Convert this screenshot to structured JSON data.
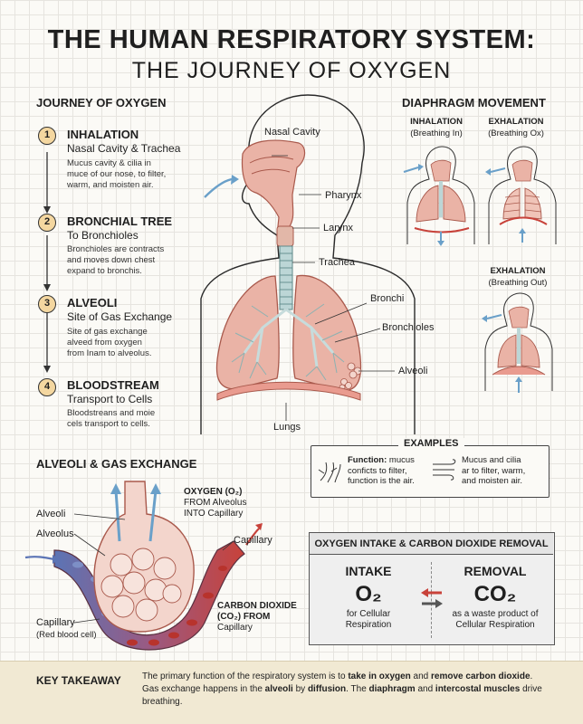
{
  "title": {
    "line1": "THE HUMAN RESPIRATORY SYSTEM:",
    "line2": "THE JOURNEY OF OXYGEN"
  },
  "journey": {
    "heading": "JOURNEY OF OXYGEN",
    "steps": [
      {
        "num": "1",
        "title": "INHALATION",
        "subtitle": "Nasal Cavity & Trachea",
        "desc_lines": [
          "Mucus cavity & cilia in",
          "muce of our nose, to filter,",
          "warm, and moisten air."
        ]
      },
      {
        "num": "2",
        "title": "BRONCHIAL TREE",
        "subtitle": "To Bronchioles",
        "desc_lines": [
          "Bronchioles are contracts",
          "and moves down chest",
          "expand to bronchis."
        ]
      },
      {
        "num": "3",
        "title": "ALVEOLI",
        "subtitle": "Site of Gas Exchange",
        "desc_lines": [
          "Site of gas exchange",
          "alveed from oxygen",
          "from Inam to alveolus."
        ]
      },
      {
        "num": "4",
        "title": "BLOODSTREAM",
        "subtitle": "Transport to Cells",
        "desc_lines": [
          "Bloodstreans and moie",
          "cels transport to cells."
        ]
      }
    ]
  },
  "anatomy": {
    "nasal_cavity": "Nasal Cavity",
    "pharynx": "Pharynx",
    "larynx": "Larynx",
    "trachea": "Trachea",
    "bronchi": "Bronchi",
    "bronchioles": "Bronchioles",
    "alveoli": "Alveoli",
    "lungs": "Lungs"
  },
  "diaphragm": {
    "heading": "DIAPHRAGM MOVEMENT",
    "inhalation": {
      "title": "INHALATION",
      "sub": "(Breathing In)"
    },
    "exhalation": {
      "title": "EXHALATION",
      "sub": "(Breathing Ox)"
    },
    "exhalation2": {
      "title": "EXHALATION",
      "sub": "(Breathing Out)"
    }
  },
  "examples": {
    "heading": "EXAMPLES",
    "item1": {
      "bold": "Function:",
      "rest": " mucus",
      "line2": "conficts to filter,",
      "line3": "function is the air."
    },
    "item2": {
      "line1": "Mucus and cilia",
      "line2": "ar to filter, warm,",
      "line3": "and moisten air."
    }
  },
  "gas_exchange": {
    "heading": "ALVEOLI & GAS EXCHANGE",
    "alveoli": "Alveoli",
    "alveolus": "Alveolus",
    "capillary_right": "Capillary",
    "capillary_left": "Capillary",
    "capillary_left_sub": "(Red blood cell)",
    "oxygen_title": "OXYGEN (O₂)",
    "oxygen_line2": "FROM Alveolus",
    "oxygen_line3": "INTO Capillary",
    "co2_title": "CARBON DIOXIDE",
    "co2_line2": "(CO₂) FROM",
    "co2_line3": "Capillary"
  },
  "oxygen_box": {
    "heading": "OXYGEN INTAKE & CARBON DIOXIDE REMOVAL",
    "intake": {
      "label": "INTAKE",
      "formula": "O₂",
      "desc_line1": "for Cellular",
      "desc_line2": "Respiration"
    },
    "removal": {
      "label": "REMOVAL",
      "formula": "CO₂",
      "desc_line1": "as a waste product of",
      "desc_line2": "Cellular Respiration"
    }
  },
  "key": {
    "heading": "KEY TAKEAWAY",
    "t1": "The primary function of the respiratory system is to ",
    "b1": "take in oxygen",
    "t2": " and ",
    "b2": "remove carbon dioxide",
    "t3": ". Gas",
    "t4": "exchange happens in the ",
    "b3": "alveoli",
    "t5": " by ",
    "b4": "diffusion",
    "t6": ". The ",
    "b5": "diaphragm",
    "t7": " and ",
    "b6": "intercostal muscles",
    "t8": " drive breathing."
  },
  "colors": {
    "lung": "#eab3a6",
    "lung_stroke": "#a9594c",
    "trachea": "#bcd6d6",
    "accent_badge": "#f4d7a0",
    "blood_red": "#c8423a",
    "blood_blue": "#5b74b5",
    "arrow_blue": "#6aa0c9"
  }
}
